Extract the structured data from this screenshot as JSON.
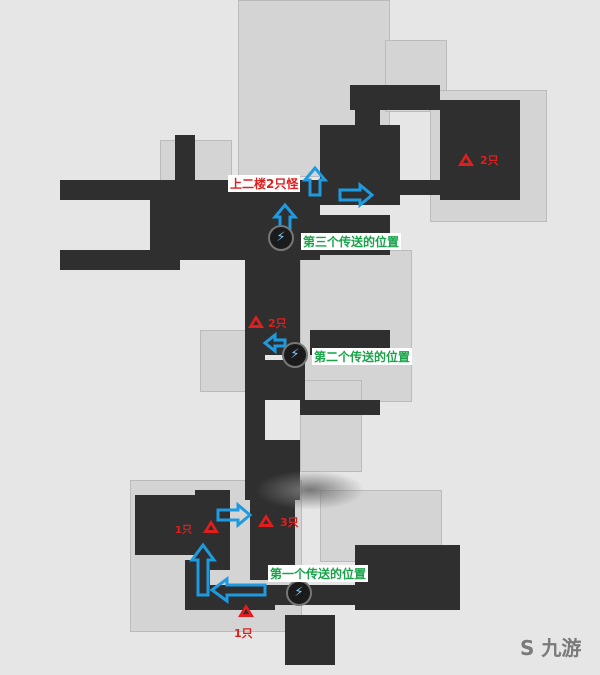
{
  "map": {
    "labels": {
      "upstairs": "上二楼2只怪",
      "teleport3": "第三个传送的位置",
      "teleport2": "第二个传送的位置",
      "teleport1": "第一个传送的位置"
    },
    "enemies": {
      "top_right": "2只",
      "middle_left": "2只",
      "bottom_mid": "3只",
      "bottom_left": "1只",
      "bottom": "1只"
    },
    "watermark": "九游",
    "colors": {
      "arrow": "#1e9be0",
      "enemy": "#e01e1e",
      "teleport_label": "#1aa34a"
    }
  }
}
